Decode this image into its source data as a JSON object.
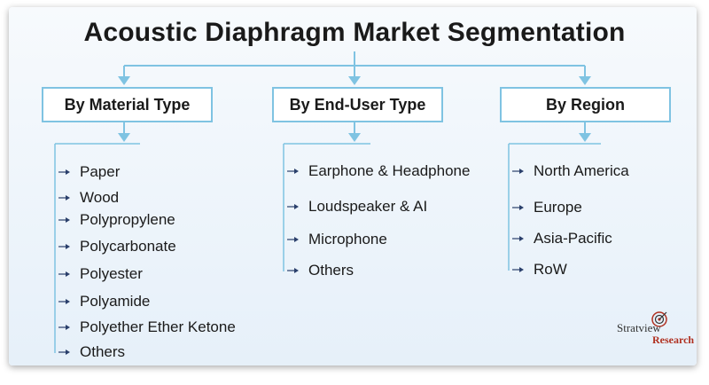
{
  "title": "Acoustic Diaphragm Market Segmentation",
  "categories": [
    {
      "label": "By Material Type",
      "items": [
        "Paper",
        "Wood",
        "Polypropylene",
        "Polycarbonate",
        "Polyester",
        "Polyamide",
        "Polyether Ether Ketone",
        "Others"
      ]
    },
    {
      "label": "By End-User Type",
      "items": [
        "Earphone & Headphone",
        "Loudspeaker & AI",
        "Microphone",
        "Others"
      ]
    },
    {
      "label": "By Region",
      "items": [
        "North America",
        "Europe",
        "Asia-Pacific",
        "RoW"
      ]
    }
  ],
  "logo": {
    "name_part1": "Stratview",
    "name_part2": "Research"
  },
  "colors": {
    "connector": "#7fc3e2",
    "box_border": "#7fc3e2",
    "arrow": "#2a3f6b"
  }
}
